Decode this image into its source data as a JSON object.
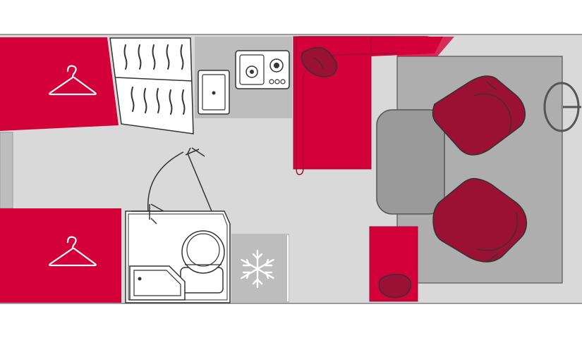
{
  "diagram": {
    "type": "motorhome-floor-plan",
    "zones": [
      {
        "id": "wardrobe-front",
        "icon": "clothes-hanger-icon"
      },
      {
        "id": "wardrobe-rear",
        "icon": "clothes-hanger-icon"
      },
      {
        "id": "shelving"
      },
      {
        "id": "kitchen-sink"
      },
      {
        "id": "hob"
      },
      {
        "id": "fridge",
        "icon": "snowflake-icon"
      },
      {
        "id": "bathroom",
        "items": [
          "toilet",
          "shower-tray",
          "swing-door"
        ]
      },
      {
        "id": "lounge-sofa"
      },
      {
        "id": "dining-table"
      },
      {
        "id": "cab-seats",
        "count": 2
      },
      {
        "id": "steering-wheel"
      }
    ],
    "colors": {
      "upholstery": "#d4003a",
      "upholstery_dark": "#9b1035",
      "floor": "#d9d9d9",
      "furniture_grey": "#bdbdbd",
      "cab_overlay": "#7a7a7a",
      "outline": "#333333",
      "wall": "#9a9a9a",
      "white": "#ffffff"
    }
  }
}
